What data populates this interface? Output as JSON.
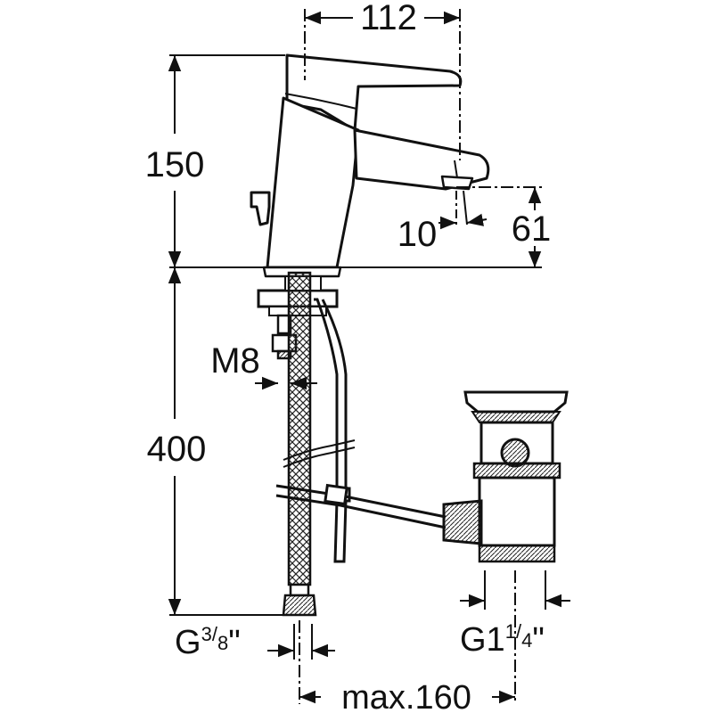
{
  "dimensions": {
    "spout_reach": "112",
    "height_above_deck": "150",
    "spout_clearance": "61",
    "spout_angle": "10",
    "hose_length": "400",
    "fixing_thread": "M8",
    "supply_thread_prefix": "G",
    "supply_thread_num": "3",
    "supply_thread_den": "8",
    "supply_thread_unit": "\"",
    "waste_thread_prefix": "G1",
    "waste_thread_num": "1",
    "waste_thread_den": "4",
    "waste_thread_unit": "\"",
    "max_distance": "max.160"
  }
}
